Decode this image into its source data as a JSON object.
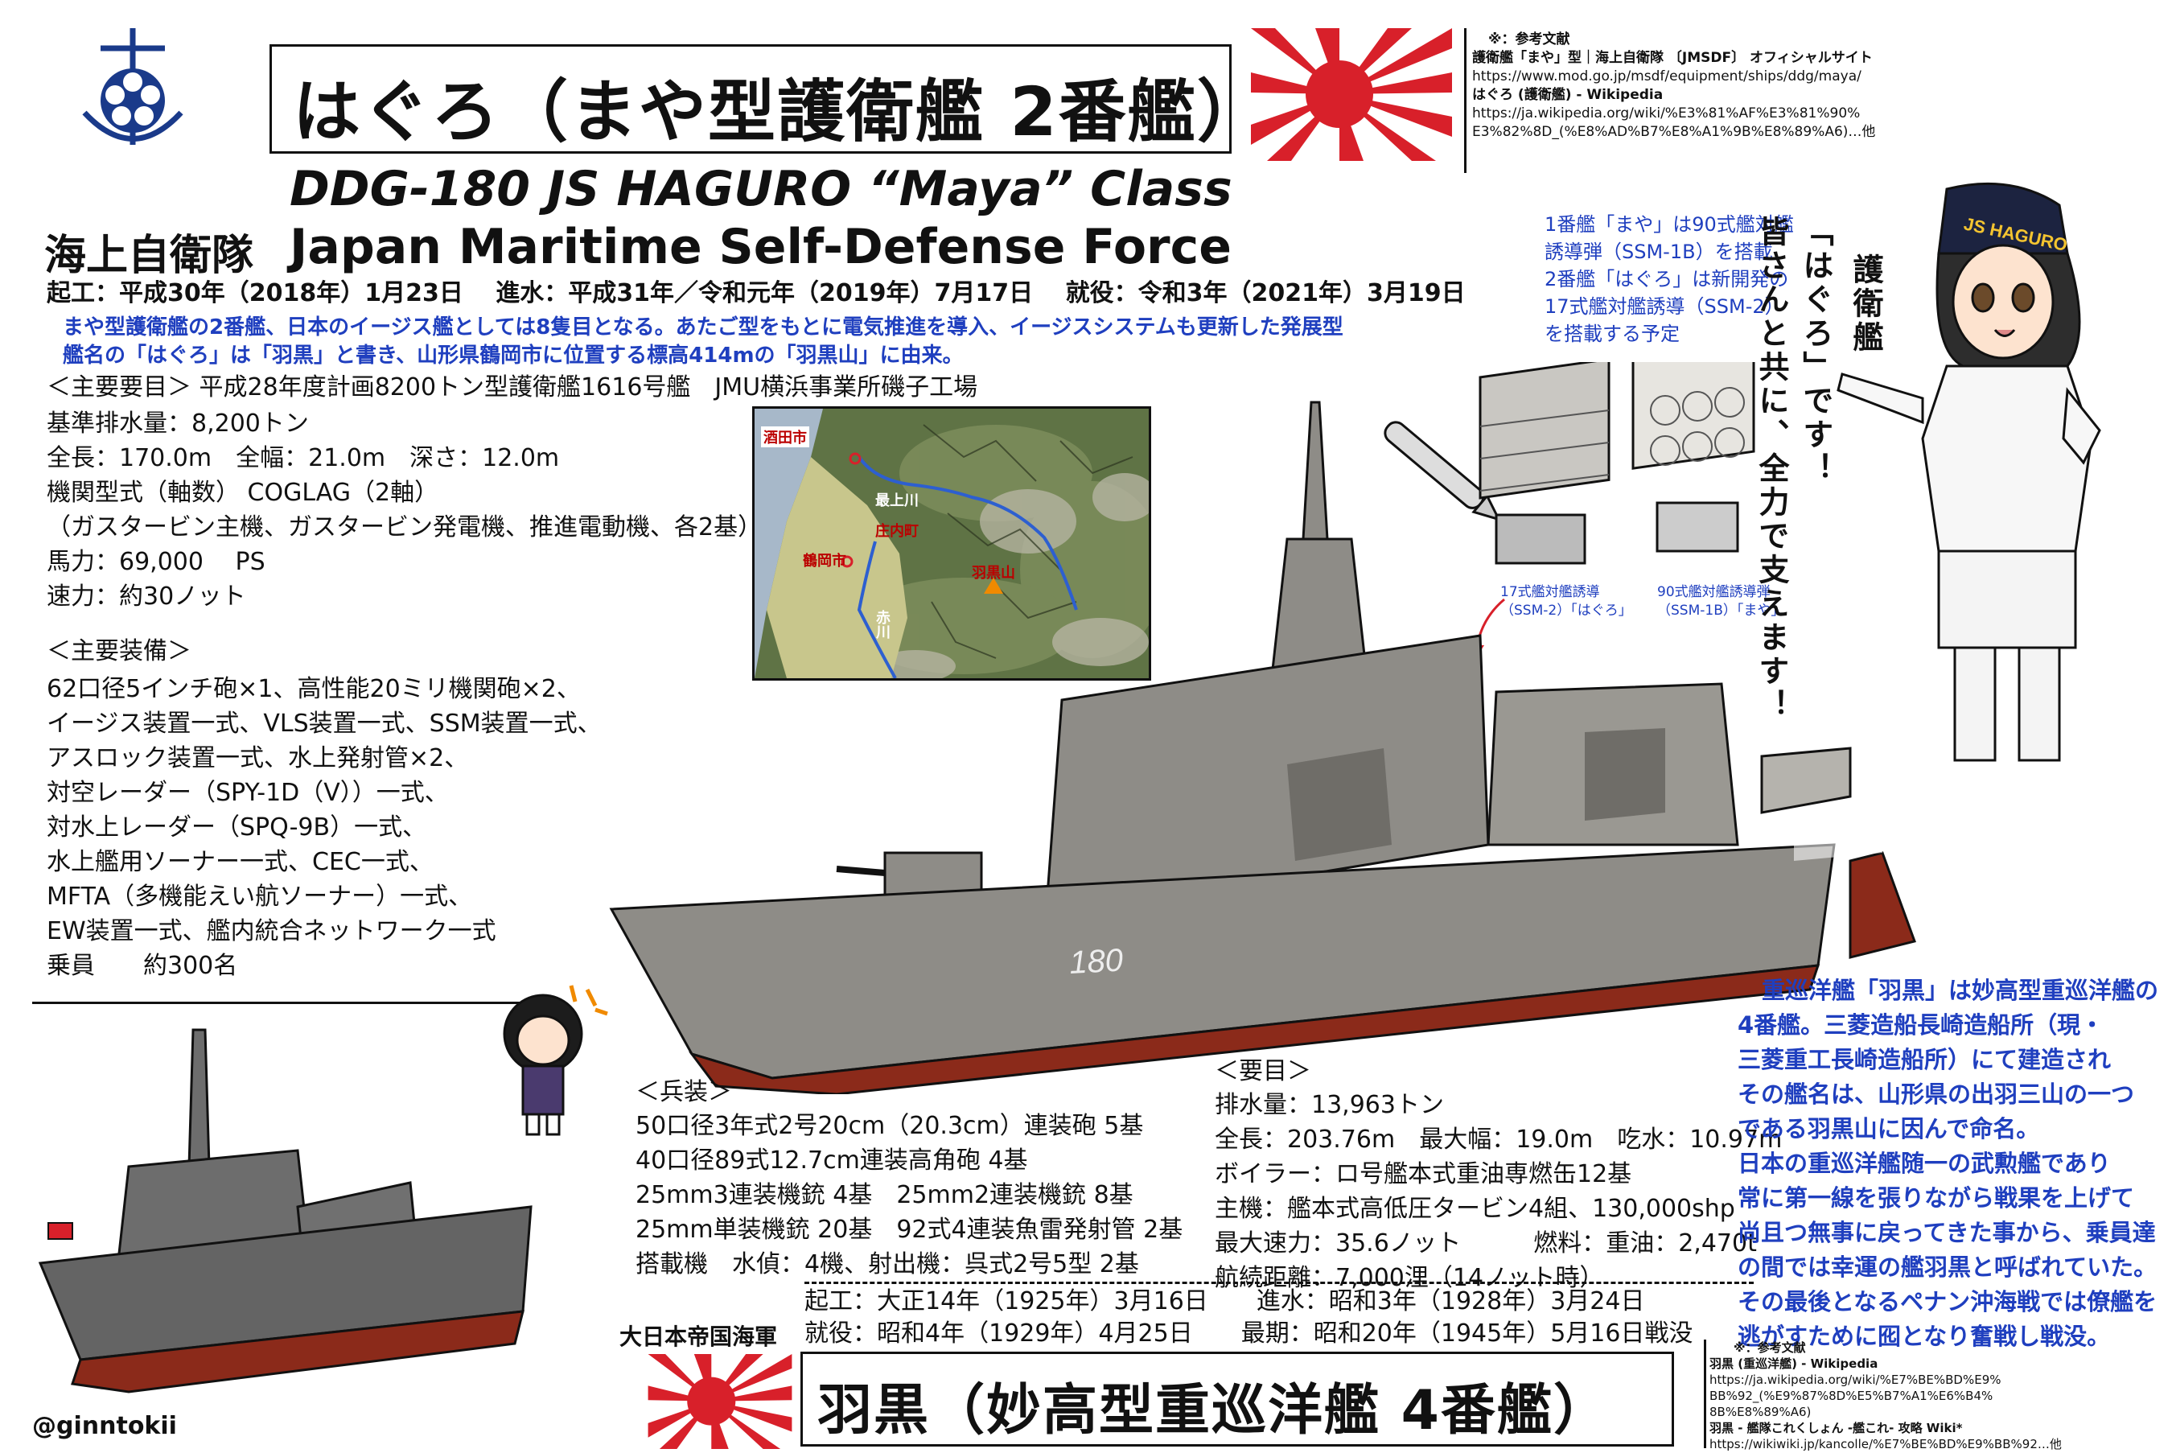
{
  "modern": {
    "title": "はぐろ（まや型護衛艦 2番艦）",
    "en_line1": "DDG-180 JS  HAGURO  “Maya” Class",
    "org_jp": "海上自衛隊",
    "en_line2": "Japan Maritime Self-Defense Force",
    "dates": "起工：平成30年（2018年）1月23日　 進水：平成31年／令和元年（2019年）7月17日　 就役：令和3年（2021年）3月19日",
    "desc_line1": "まや型護衛艦の2番艦、日本のイージス艦としては8隻目となる。あたご型をもとに電気推進を導入、イージスシステムも更新した発展型",
    "desc_line2": "艦名の「はぐろ」は「羽黒」と書き、山形県鶴岡市に位置する標高414mの「羽黒山」に由来。",
    "specs_header": "＜主要要目＞ 平成28年度計画8200トン型護衛艦1616号艦　JMU横浜事業所磯子工場",
    "specs": [
      "基準排水量：8,200トン",
      "全長：170.0m　全幅：21.0m　深さ：12.0m",
      "機関型式（軸数） COGLAG（2軸）",
      "（ガスタービン主機、ガスタービン発電機、推進電動機、各2基）",
      "馬力：69,000　 PS",
      "速力：約30ノット"
    ],
    "equip_header": "＜主要装備＞",
    "equip": [
      "62口径5インチ砲×1、高性能20ミリ機関砲×2、",
      "イージス装置一式、VLS装置一式、SSM装置一式、",
      "アスロック装置一式、水上発射管×2、",
      "対空レーダー（SPY-1D（V））一式、",
      "対水上レーダー（SPQ-9B）一式、",
      "水上艦用ソーナー一式、CEC一式、",
      "MFTA（多機能えい航ソーナー）一式、",
      "EW装置一式、艦内統合ネットワーク一式",
      "乗員　　約300名"
    ],
    "hull_number": "180",
    "missile_note": [
      "1番艦「まや」は90式艦対艦",
      "誘導弾（SSM-1B）を搭載",
      "2番艦「はぐろ」は新開発の",
      "17式艦対艦誘導（SSM-2）",
      "を搭載する予定"
    ],
    "ssm2_label": [
      "17式艦対艦誘導",
      "（SSM-2）「はぐろ」"
    ],
    "ssm1b_label": [
      "90式艦対艦誘導弾",
      "（SSM-1B）「まや」"
    ],
    "speech": [
      "護衛艦",
      "「はぐろ」です！",
      "皆さんと共に、全力で支えます！"
    ],
    "cap_text": "JS HAGURO"
  },
  "map": {
    "labels": [
      "酒田市",
      "最上川",
      "庄内町",
      "鶴岡市",
      "羽黒山",
      "赤川"
    ]
  },
  "refs_top": {
    "header": "※：参考文献",
    "lines": [
      "護衛艦「まや」型｜海上自衛隊 〔JMSDF〕 オフィシャルサイト",
      "https://www.mod.go.jp/msdf/equipment/ships/ddg/maya/",
      "はぐろ (護衛艦) - Wikipedia",
      "https://ja.wikipedia.org/wiki/%E3%81%AF%E3%81%90%",
      "E3%82%8D_(%E8%AD%B7%E8%A1%9B%E8%89%A6)…他"
    ]
  },
  "ww2": {
    "title": "羽黒（妙高型重巡洋艦 4番艦）",
    "navy": "大日本帝国海軍",
    "arms_header": "＜兵装＞",
    "arms": [
      "50口径3年式2号20cm（20.3cm）連装砲 5基",
      "40口径89式12.7cm連装高角砲 4基",
      "25mm3連装機銃 4基　25mm2連装機銃 8基",
      "25mm単装機銃 20基　92式4連装魚雷発射管 2基",
      "搭載機　水偵：4機、射出機：呉式2号5型 2基"
    ],
    "spec_header": "＜要目＞",
    "specs": [
      "排水量：13,963トン",
      "全長：203.76m　最大幅：19.0m　吃水：10.97m",
      "ボイラー：ロ号艦本式重油専燃缶12基",
      "主機：艦本式高低圧タービン4組、130,000shp",
      "最大速力：35.6ノット　　　燃料：重油：2,470t",
      "航続距離：7,000浬（14ノット時）"
    ],
    "dates1": "起工：大正14年（1925年）3月16日　　進水：昭和3年（1928年）3月24日",
    "dates2": "就役：昭和4年（1929年）4月25日　　最期：昭和20年（1945年）5月16日戦没",
    "history": [
      "重巡洋艦「羽黒」は妙高型重巡洋艦の",
      "4番艦。三菱造船長崎造船所（現・",
      "三菱重工長崎造船所）にて建造され",
      "その艦名は、山形県の出羽三山の一つ",
      "である羽黒山に因んで命名。",
      "日本の重巡洋艦随一の武勲艦であり",
      "常に第一線を張りながら戦果を上げて",
      "尚且つ無事に戻ってきた事から、乗員達",
      "の間では幸運の艦羽黒と呼ばれていた。",
      "その最後となるペナン沖海戦では僚艦を",
      "逃がすために囮となり奮戦し戦没。"
    ]
  },
  "refs_bottom": {
    "header": "※：参考文献",
    "lines": [
      "羽黒 (重巡洋艦) - Wikipedia",
      "https://ja.wikipedia.org/wiki/%E7%BE%BD%E9%",
      "BB%92_(%E9%87%8D%E5%B7%A1%E6%B4%",
      "8B%E8%89%A6)",
      "羽黒 - 艦隊これくしょん -艦これ- 攻略 Wiki*",
      "https://wikiwiki.jp/kancolle/%E7%BE%BD%E9%BB%92…他"
    ]
  },
  "credit": "@ginntokii",
  "colors": {
    "blue_text": "#1f3fbf",
    "flag_red": "#d8202a",
    "hull_grey": "#8e8c87",
    "hull_red": "#8b2a1a",
    "map_blue": "#2d5fd0"
  }
}
